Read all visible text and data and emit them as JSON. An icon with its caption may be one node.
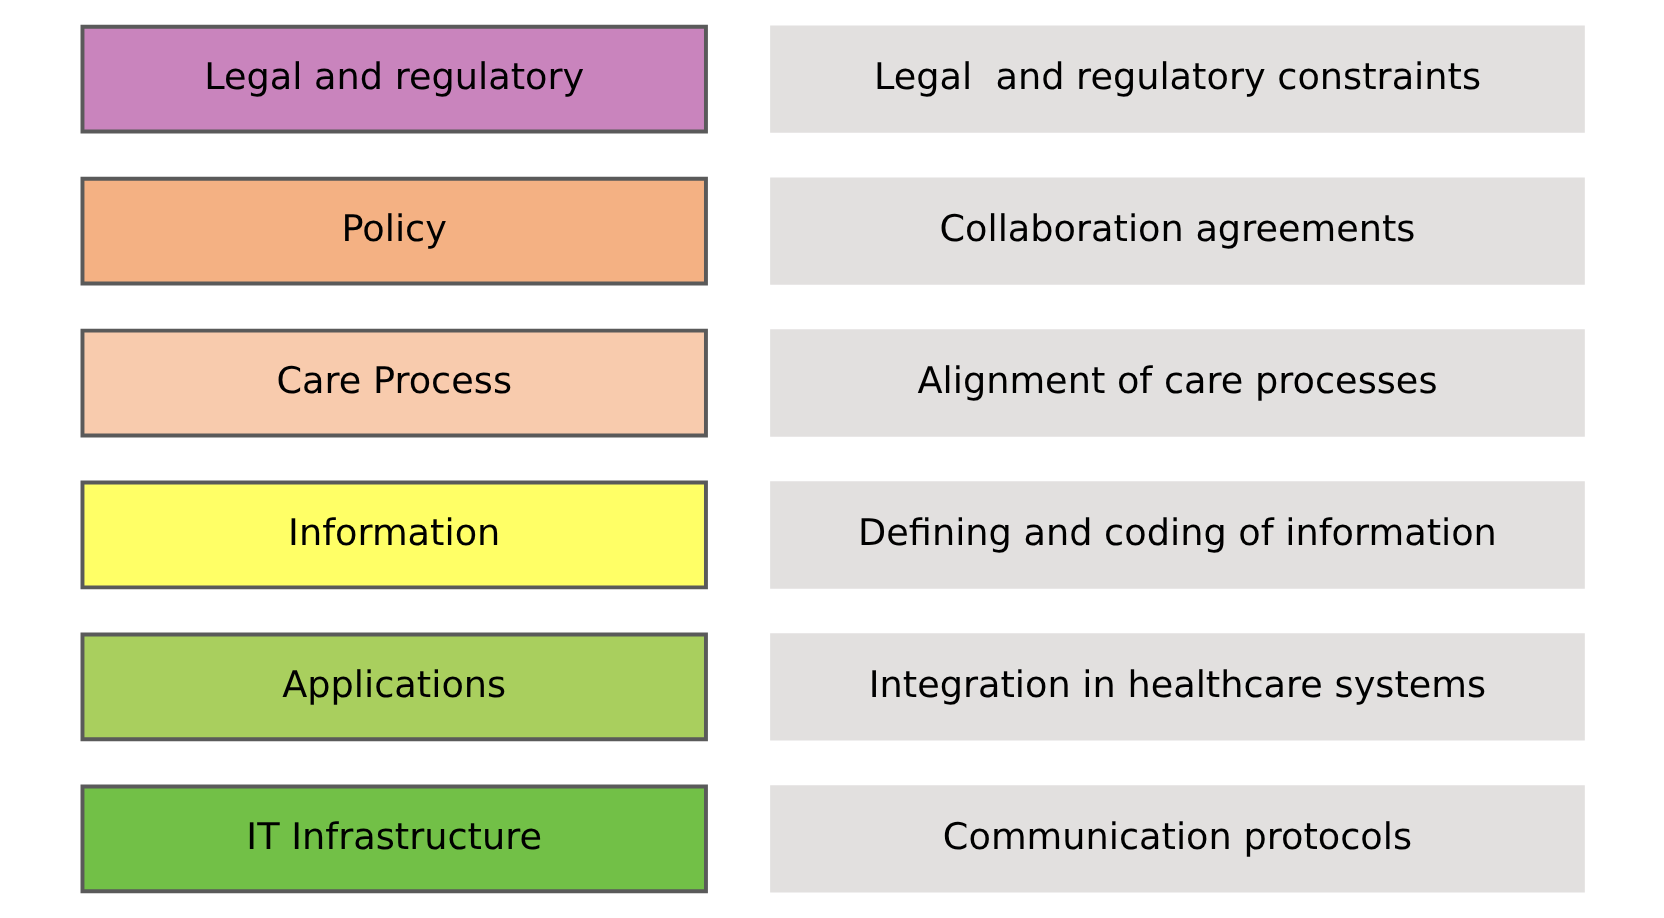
{
  "diagram": {
    "nodes": [
      {
        "text": [
          "Legal and regulatory"
        ]
      },
      {
        "text": [
          "Legal  and regulatory constraints"
        ]
      },
      {
        "text": [
          "Policy"
        ]
      },
      {
        "text": [
          "Collaboration agreements"
        ]
      },
      {
        "text": [
          "Care Process"
        ]
      },
      {
        "text": [
          "Alignment of care processes"
        ]
      },
      {
        "text": [
          "Information"
        ]
      },
      {
        "text": [
          "Defining and coding of information"
        ]
      },
      {
        "text": [
          "Applications"
        ]
      },
      {
        "text": [
          "Integration in healthcare systems"
        ]
      },
      {
        "text": [
          "IT Infrastructure"
        ]
      },
      {
        "text": [
          "Communication protocols"
        ]
      }
    ]
  }
}
